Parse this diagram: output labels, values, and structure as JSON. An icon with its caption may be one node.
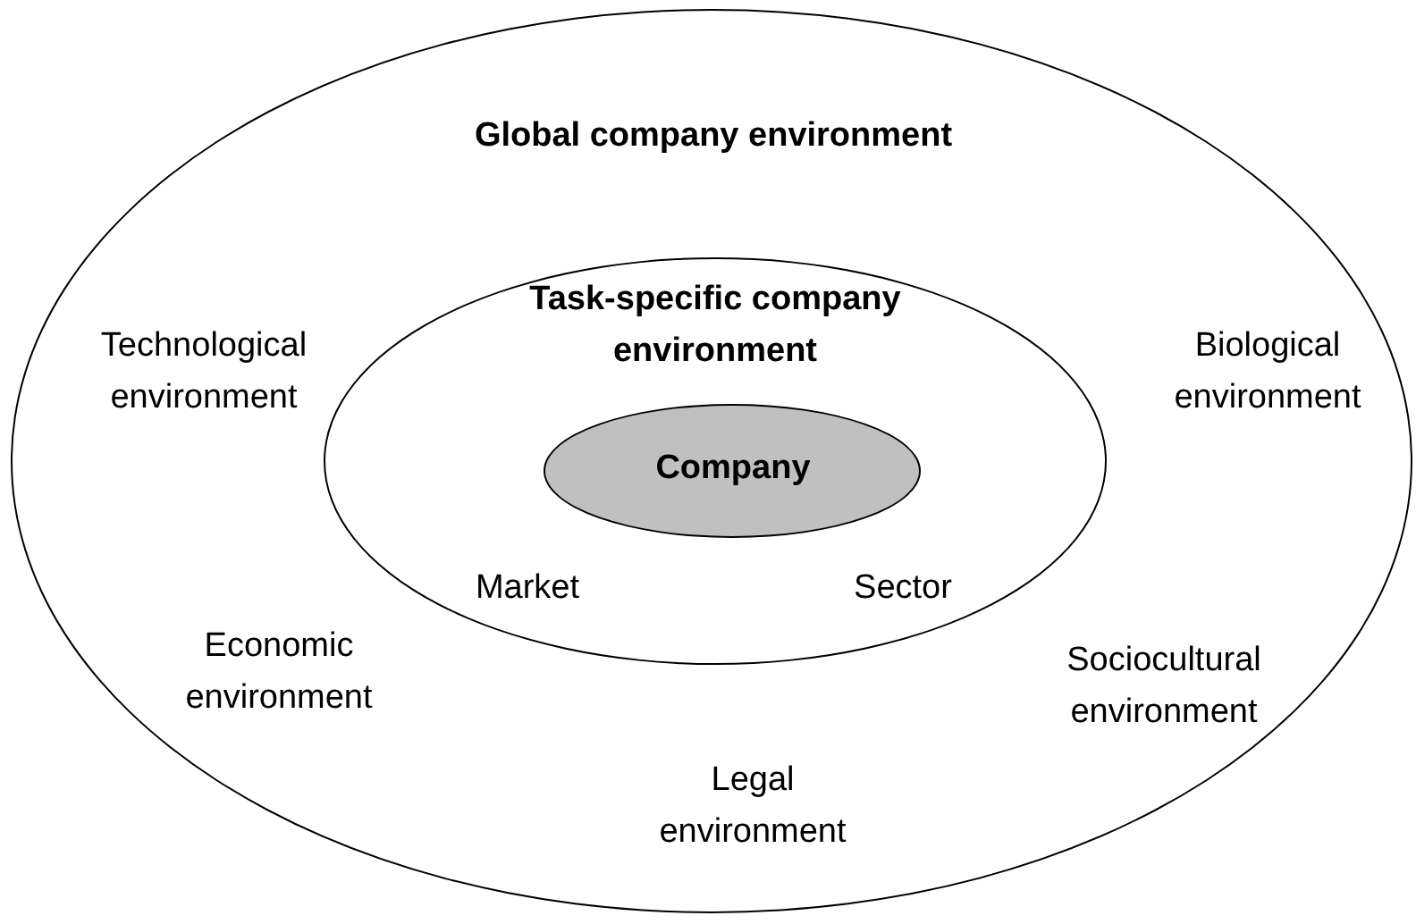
{
  "diagram": {
    "nodes": [
      {
        "text": [
          "Global company environment",
          "Technological environment",
          "Biological environment",
          "Economic environment",
          "Sociocultural environment",
          "Legal environment"
        ]
      },
      {
        "text": [
          "Task-specific company environment",
          "Market",
          "Sector"
        ],
        "in": 0
      },
      {
        "text": [
          "Company"
        ],
        "in": 1
      }
    ]
  }
}
